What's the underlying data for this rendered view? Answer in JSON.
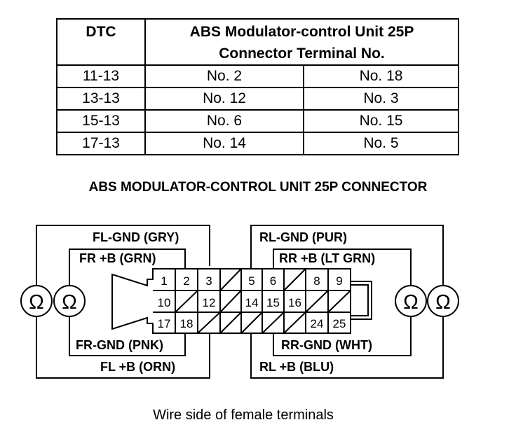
{
  "table": {
    "header_dtc": "DTC",
    "header_terminal_line1": "ABS Modulator-control Unit 25P",
    "header_terminal_line2": "Connector Terminal No.",
    "rows": [
      {
        "dtc": "11-13",
        "a": "No. 2",
        "b": "No. 18"
      },
      {
        "dtc": "13-13",
        "a": "No. 12",
        "b": "No. 3"
      },
      {
        "dtc": "15-13",
        "a": "No. 6",
        "b": "No. 15"
      },
      {
        "dtc": "17-13",
        "a": "No. 14",
        "b": "No. 5"
      }
    ]
  },
  "connector_title": "ABS MODULATOR-CONTROL UNIT 25P CONNECTOR",
  "labels": {
    "fl_gnd": "FL-GND (GRY)",
    "fr_b": "FR +B (GRN)",
    "fr_gnd": "FR-GND (PNK)",
    "fl_b": "FL +B (ORN)",
    "rl_gnd": "RL-GND (PUR)",
    "rr_b": "RR +B (LT GRN)",
    "rr_gnd": "RR-GND (WHT)",
    "rl_b": "RL +B (BLU)"
  },
  "ohm_symbol": "Ω",
  "terminals": {
    "row1": [
      "1",
      "2",
      "3",
      "",
      "5",
      "6",
      "",
      "8",
      "9"
    ],
    "row2": [
      "10",
      "",
      "12",
      "",
      "14",
      "15",
      "16",
      "",
      ""
    ],
    "row3": [
      "17",
      "18",
      "",
      "",
      "",
      "",
      "",
      "24",
      "25"
    ]
  },
  "caption": "Wire side of female terminals"
}
